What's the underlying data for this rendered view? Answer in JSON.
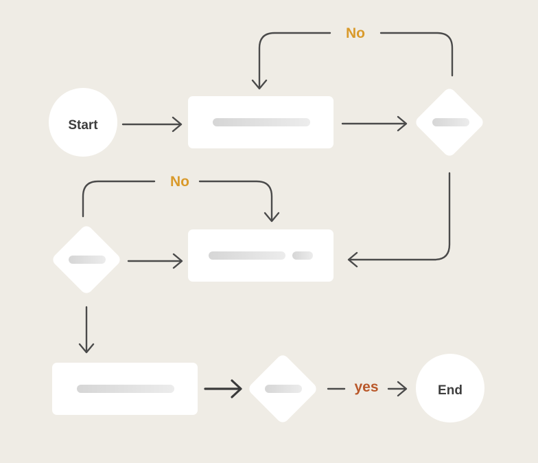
{
  "flowchart": {
    "start_label": "Start",
    "end_label": "End",
    "loop_label_top": "No",
    "loop_label_middle": "No",
    "yes_label": "yes"
  },
  "colors": {
    "background": "#efece5",
    "node_fill": "#ffffff",
    "connector": "#4a4a4a",
    "no_label": "#d99a2b",
    "yes_label": "#b9582a",
    "placeholder_bar": "#dcdcdc"
  }
}
